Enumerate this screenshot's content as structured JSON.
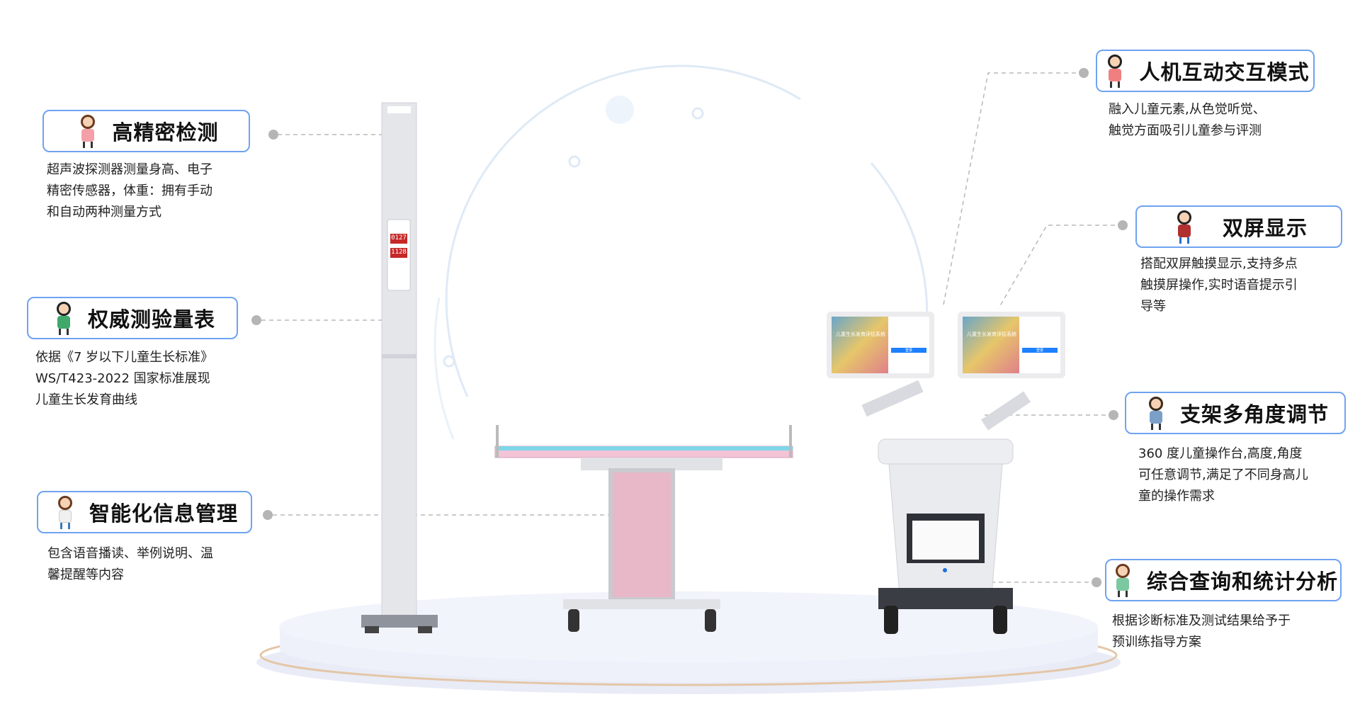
{
  "features": [
    {
      "title": "高精密检测",
      "desc": [
        "超声波探测器测量身高、电子",
        "精密传感器，体重：拥有手动",
        "和自动两种测量方式"
      ],
      "icon": "girl-cartoon-icon",
      "color": "#e86a6a"
    },
    {
      "title": "权威测验量表",
      "desc": [
        "依据《7 岁以下儿童生长标准》",
        "WS/T423-2022 国家标准展现",
        "儿童生长发育曲线"
      ],
      "icon": "boy-paper-plane-icon",
      "color": "#3fa86a"
    },
    {
      "title": "智能化信息管理",
      "desc": [
        "包含语音播读、举例说明、温",
        "馨提醒等内容"
      ],
      "icon": "boy-waving-icon",
      "color": "#f0f0f0"
    },
    {
      "title": "人机互动交互模式",
      "desc": [
        "融入儿童元素,从色觉听觉、",
        "触觉方面吸引儿童参与评测"
      ],
      "icon": "girl-jumping-icon",
      "color": "#f08080"
    },
    {
      "title": "双屏显示",
      "desc": [
        "搭配双屏触摸显示,支持多点",
        "触摸屏操作,实时语音提示引",
        "导等"
      ],
      "icon": "boy-backpack-icon",
      "color": "#b03030"
    },
    {
      "title": "支架多角度调节",
      "desc": [
        "360 度儿童操作台,高度,角度",
        "可任意调节,满足了不同身高儿",
        "童的操作需求"
      ],
      "icon": "boy-jump-rope-icon",
      "color": "#7aa0c8"
    },
    {
      "title": "综合查询和统计分析",
      "desc": [
        "根据诊断标准及测试结果给予于",
        "预训练指导方案"
      ],
      "icon": "girl-standing-icon",
      "color": "#7cc8a0"
    }
  ],
  "device": {
    "display_readings": [
      "0127",
      "1128"
    ],
    "screen_title": "儿童生长发育评估系统",
    "login_button": "登录"
  },
  "accent": "#6fa3f0"
}
